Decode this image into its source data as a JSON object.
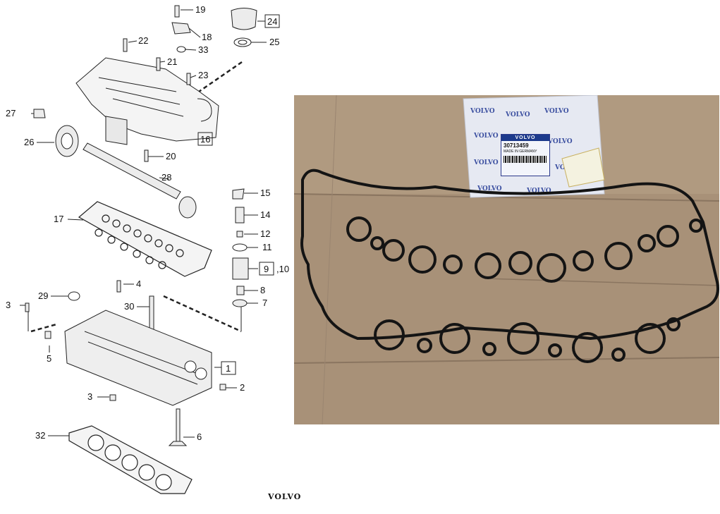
{
  "diagram": {
    "callouts": {
      "c19": "19",
      "c18": "18",
      "c33": "33",
      "c24": "24",
      "c25": "25",
      "c22": "22",
      "c21": "21",
      "c23": "23",
      "c27": "27",
      "c26": "26",
      "c16": "16",
      "c20": "20",
      "c28": "28",
      "c15": "15",
      "c14": "14",
      "c17": "17",
      "c12": "12",
      "c11": "11",
      "c9": "9",
      "c10": ",10",
      "c8": "8",
      "c7": "7",
      "c29": "29",
      "c4": "4",
      "c30": "30",
      "c3a": "3",
      "c5": "5",
      "c1": "1",
      "c2": "2",
      "c3b": "3",
      "c6": "6",
      "c32": "32"
    }
  },
  "brand": "VOLVO",
  "photo": {
    "bag_label": {
      "brand": "VOLVO",
      "part_number": "30713459",
      "made_in": "MADE IN GERMANY"
    }
  }
}
